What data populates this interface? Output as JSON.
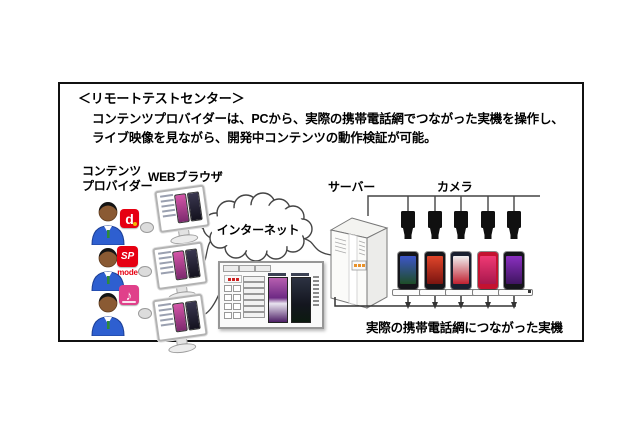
{
  "header": {
    "title": "＜リモートテストセンター＞",
    "desc1": "コンテンツプロバイダーは、PCから、実際の携帯電話網でつながった実機を操作し、",
    "desc2": "ライブ映像を見ながら、開発中コンテンツの動作検証が可能。"
  },
  "labels": {
    "content_provider_1": "コンテンツ",
    "content_provider_2": "プロバイダー",
    "web_browser": "WEBブラウザ",
    "internet": "インターネット",
    "server": "サーバー",
    "camera": "カメラ",
    "bottom_caption": "実際の携帯電話網につながった実機"
  },
  "badges": {
    "d": {
      "label": "d",
      "color": "#e60012"
    },
    "spmode": {
      "label": "SP",
      "sub": "mode",
      "color": "#e60012"
    },
    "music": {
      "label": "♪",
      "color": "#e0408a"
    }
  },
  "phones": [
    {
      "body": "#15151a",
      "screen_top": "#3d55c8",
      "screen_bottom": "#1e4d28"
    },
    {
      "body": "#15151a",
      "screen_top": "#e0452a",
      "screen_bottom": "#7a1410"
    },
    {
      "body": "#1a2030",
      "screen_top": "#f0f0f0",
      "screen_bottom": "#c02030"
    },
    {
      "body": "#c41230",
      "screen_top": "#ef3a74",
      "screen_bottom": "#a8174d"
    },
    {
      "body": "#15151a",
      "screen_top": "#8a2fc0",
      "screen_bottom": "#3f1560"
    }
  ],
  "colors": {
    "line": "#444444",
    "camera": "#101010",
    "server_badge": "#e8912a",
    "frame_border": "#111111"
  }
}
